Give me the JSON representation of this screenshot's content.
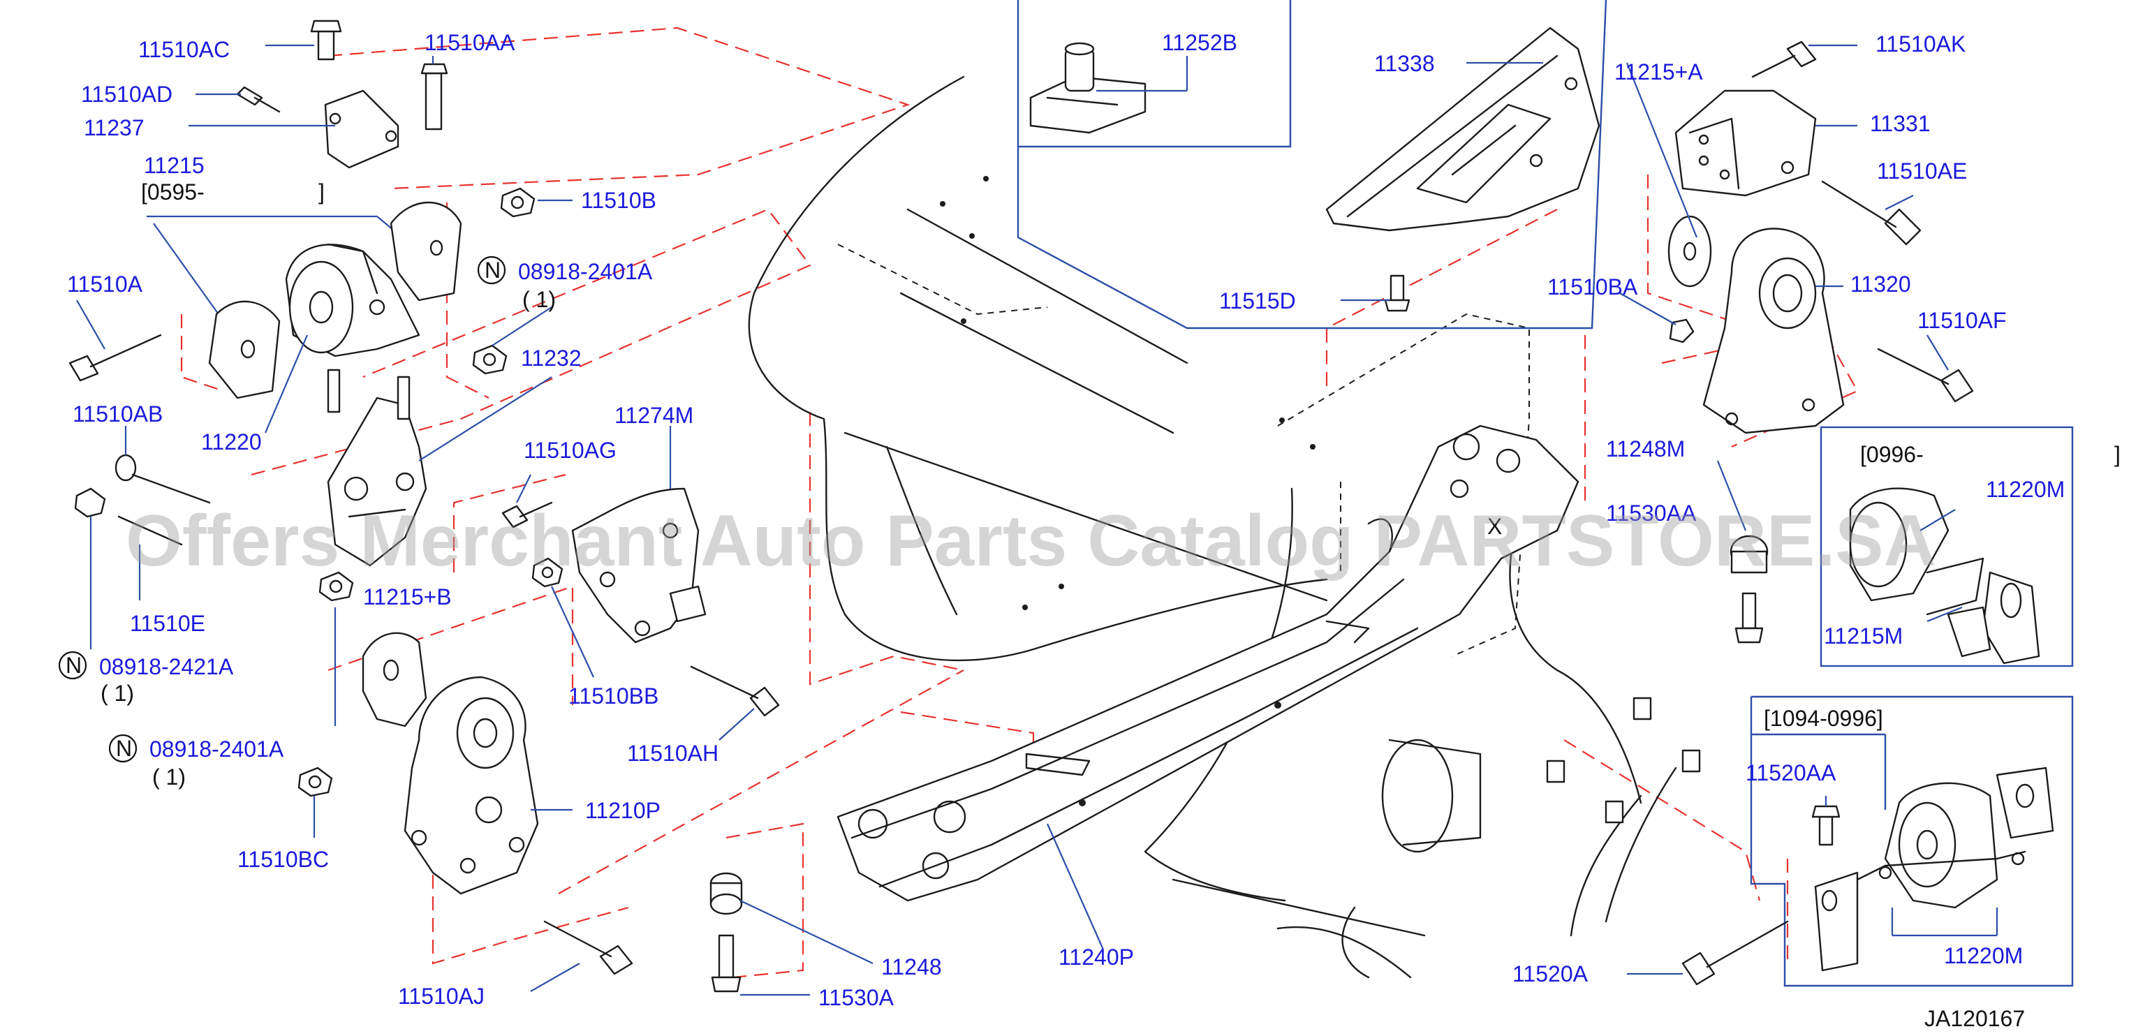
{
  "watermark": "Offers Merchant Auto Parts Catalog PARTSTORE.SA",
  "diagram_code": "JA120167",
  "callouts": {
    "p11510AC": "11510AC",
    "p11510AA": "11510AA",
    "p11510AD": "11510AD",
    "p11237": "11237",
    "p11215": "11215",
    "p11215_range": "[0595-",
    "p11215_range_end": "]",
    "p11510B": "11510B",
    "n08918_2401A_top": "08918-2401A",
    "n08918_2401A_top_qty": "( 1)",
    "p11510A": "11510A",
    "p11232": "11232",
    "p11510AB": "11510AB",
    "p11220": "11220",
    "p11274M": "11274M",
    "p11510AG": "11510AG",
    "p11510E": "11510E",
    "p11215B": "11215+B",
    "n08918_2421A": "08918-2421A",
    "n08918_2421A_qty": "( 1)",
    "p11510BB": "11510BB",
    "p11510AH": "11510AH",
    "n08918_2401A_bot": "08918-2401A",
    "n08918_2401A_bot_qty": "( 1)",
    "p11210P": "11210P",
    "p11510BC": "11510BC",
    "p11248": "11248",
    "p11530A": "11530A",
    "p11240P": "11240P",
    "p11510AJ": "11510AJ",
    "p11252B": "11252B",
    "p11338": "11338",
    "p11515D": "11515D",
    "p11215A": "11215+A",
    "p11510AK": "11510AK",
    "p11331": "11331",
    "p11510AE": "11510AE",
    "p11510BA": "11510BA",
    "p11320": "11320",
    "p11510AF": "11510AF",
    "p11248M": "11248M",
    "p11530AA": "11530AA",
    "box_0996_range": "[0996-",
    "box_0996_range_end": "]",
    "p11220M_top": "11220M",
    "p11215M": "11215M",
    "box_1094_range": "[1094-0996]",
    "p11520AA": "11520AA",
    "p11520A": "11520A",
    "p11220M_bot": "11220M",
    "n_symbol": "N"
  }
}
